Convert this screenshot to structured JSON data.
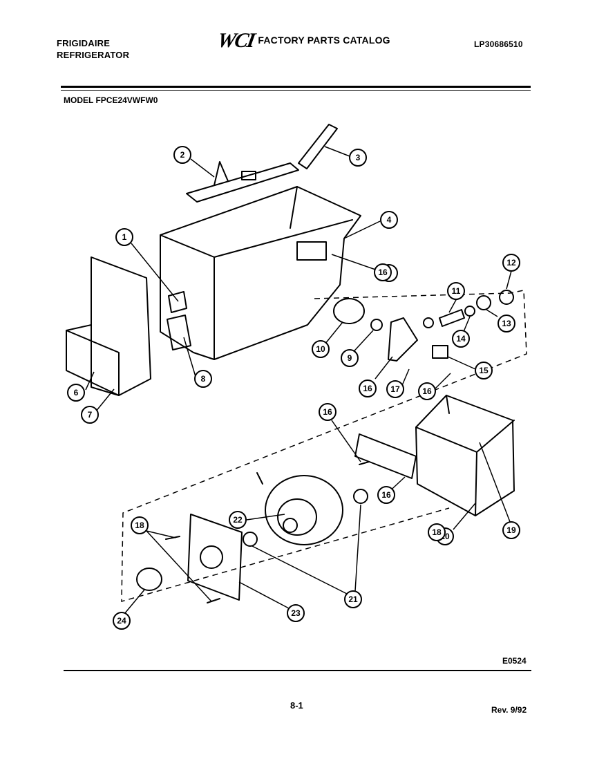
{
  "header": {
    "brand_line1": "FRIGIDAIRE",
    "brand_line2": "REFRIGERATOR",
    "logo": "WCI",
    "catalog_title": "FACTORY PARTS CATALOG",
    "part_number": "LP30686510"
  },
  "model": "MODEL FPCE24VWFW0",
  "callouts": [
    "1",
    "2",
    "3",
    "4",
    "5",
    "6",
    "7",
    "8",
    "9",
    "10",
    "11",
    "12",
    "13",
    "14",
    "15",
    "16",
    "17",
    "16",
    "16",
    "16",
    "19",
    "18",
    "16",
    "22",
    "21",
    "20",
    "18",
    "23",
    "24"
  ],
  "footer": {
    "diagram_code": "E0524",
    "page": "8-1",
    "revision": "Rev. 9/92"
  }
}
